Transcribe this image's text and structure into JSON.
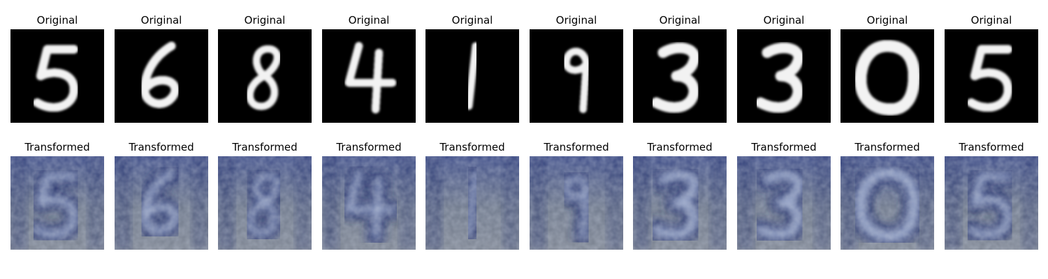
{
  "original_title": "Original",
  "transformed_title": "Transformed",
  "digits": [
    "5",
    "6",
    "8",
    "4",
    "1",
    "9",
    "3",
    "3",
    "0",
    "5"
  ],
  "colors": {
    "original_bg": "#000000",
    "original_fg": "#f2f2f2",
    "transformed_base": "#6c7689",
    "transformed_dark": "#1f2a66",
    "transformed_light": "#b9c8e6"
  }
}
